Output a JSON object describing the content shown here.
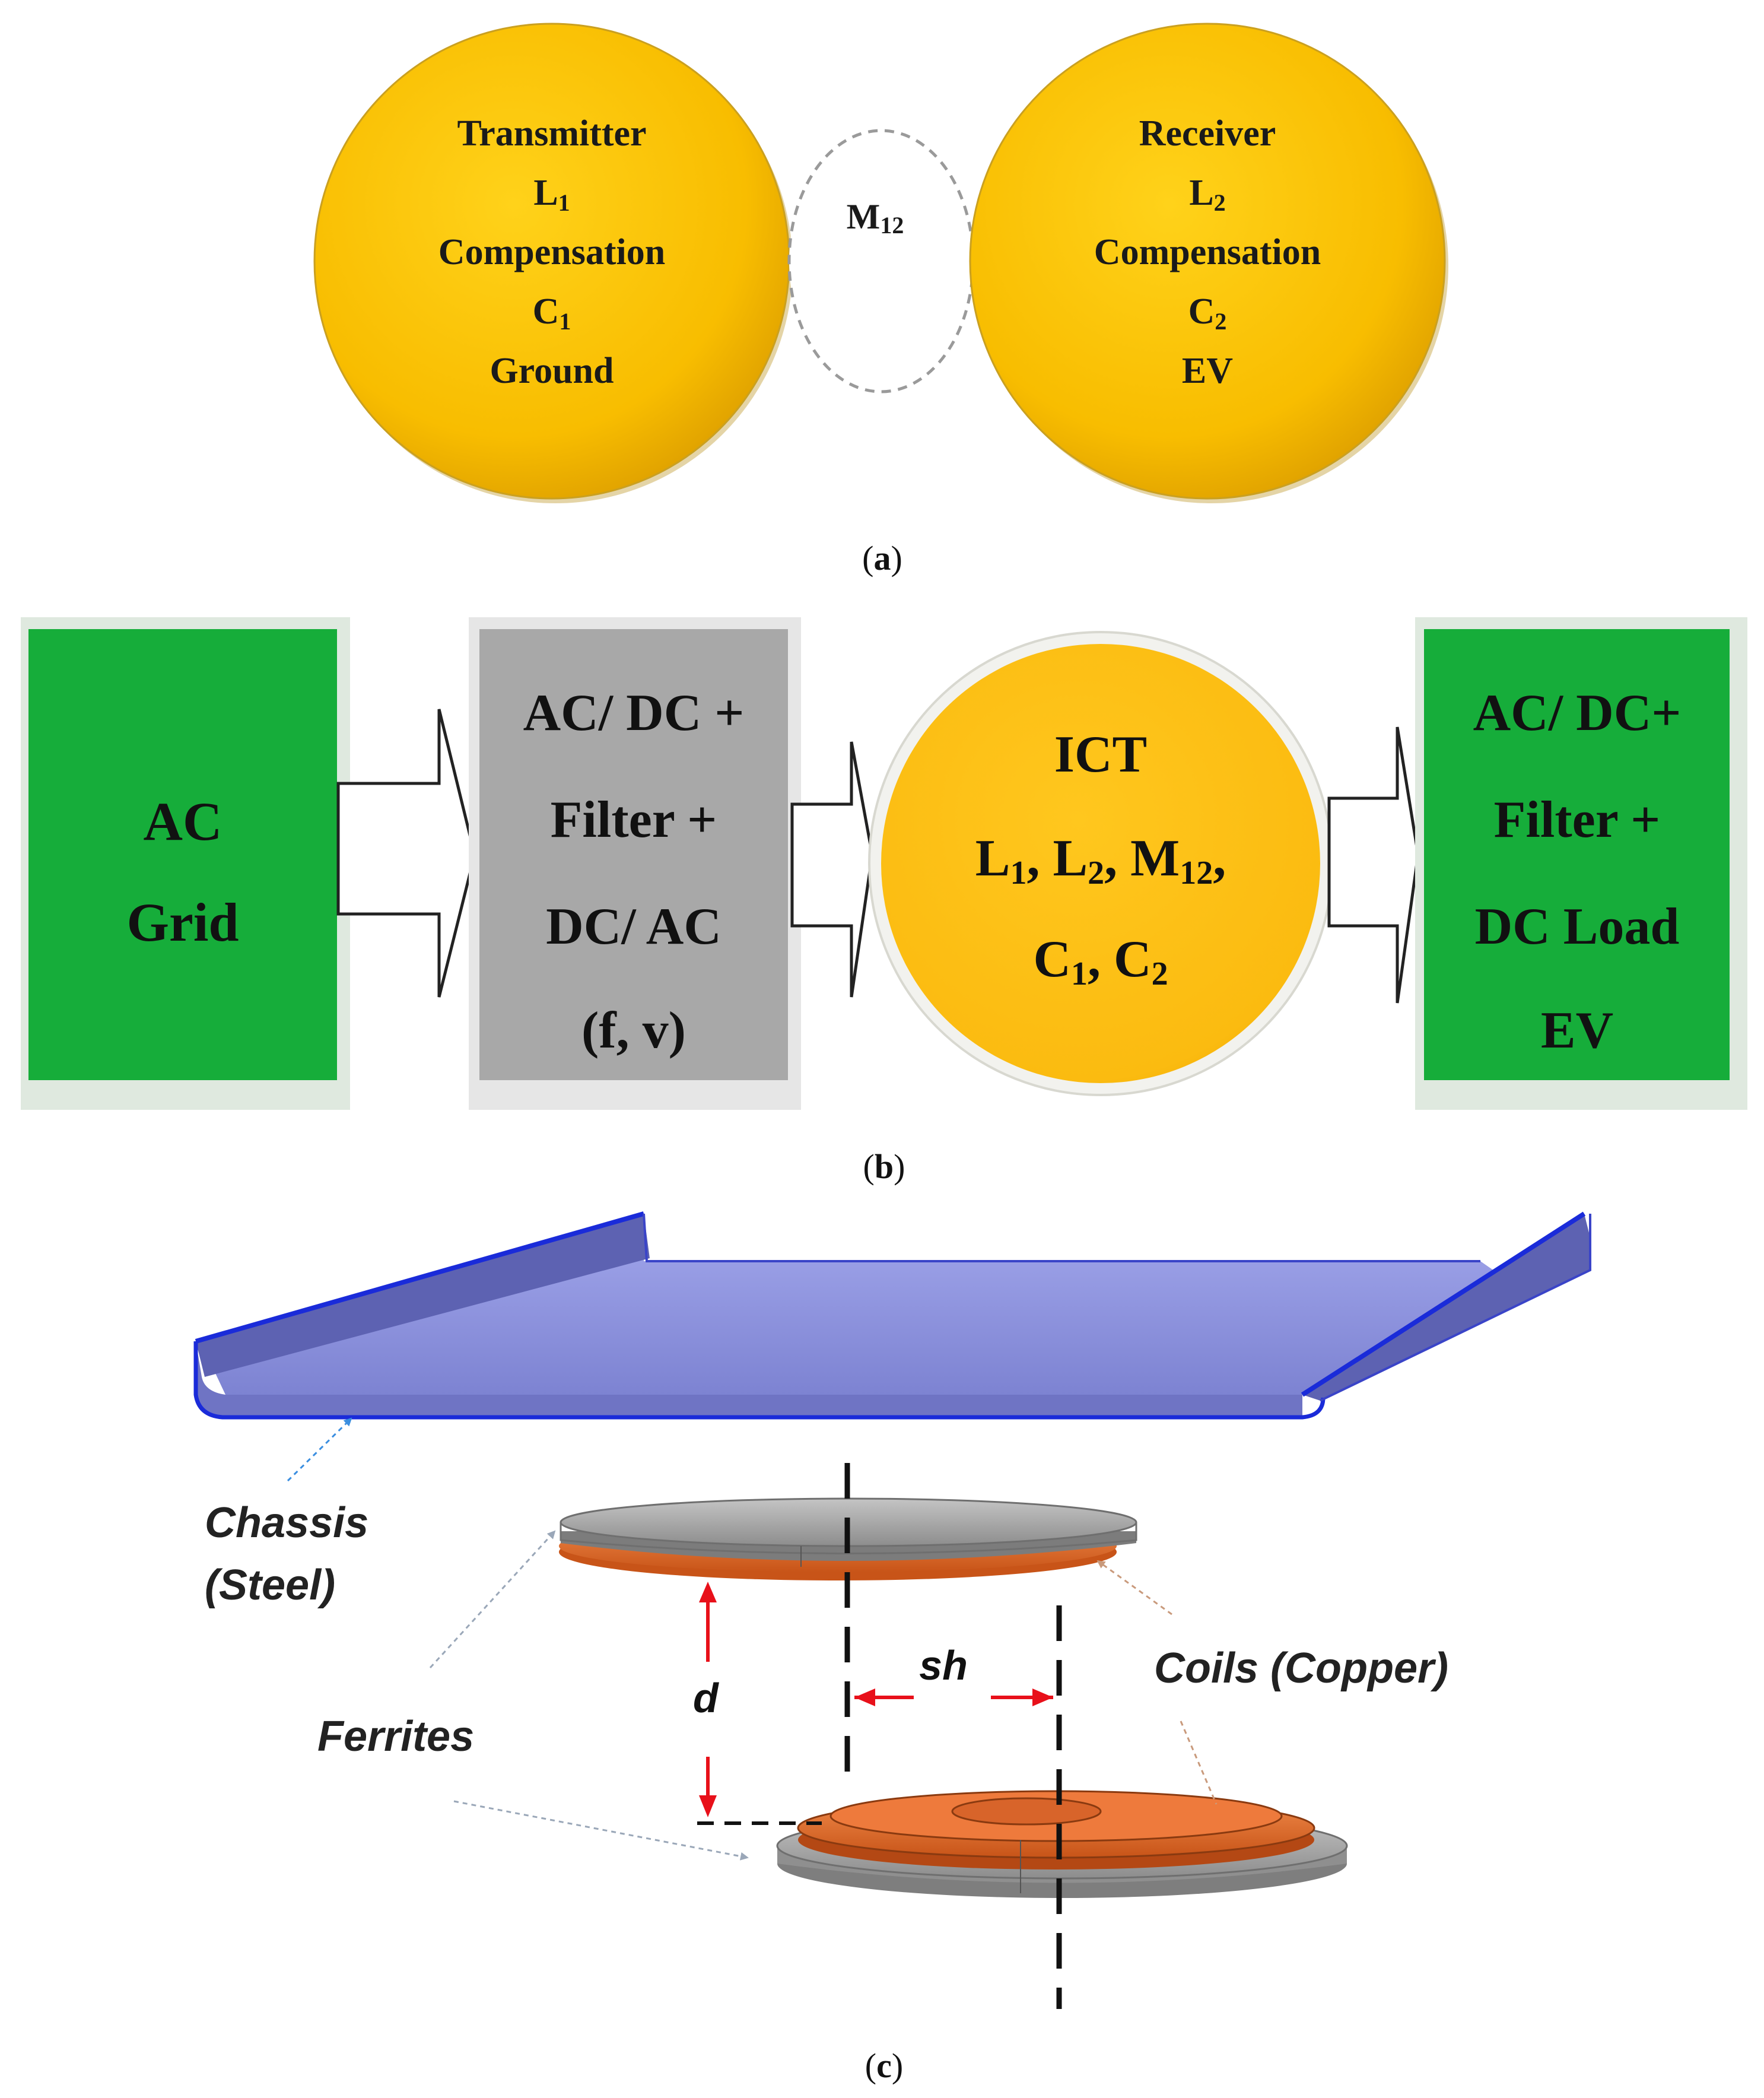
{
  "panel_a": {
    "transmitter": {
      "line1": "Transmitter",
      "line2": "L",
      "line2_sub": "1",
      "line3": "Compensation",
      "line4": "C",
      "line4_sub": "1",
      "line5": "Ground"
    },
    "coupling": {
      "label": "M",
      "label_sub": "12"
    },
    "receiver": {
      "line1": "Receiver",
      "line2": "L",
      "line2_sub": "2",
      "line3": "Compensation",
      "line4": "C",
      "line4_sub": "2",
      "line5": "EV"
    },
    "caption": "(a)",
    "caption_letter": "a"
  },
  "panel_b": {
    "grid_block": {
      "line1": "AC",
      "line2": "Grid"
    },
    "converter_block": {
      "line1": "AC/ DC +",
      "line2": "Filter +",
      "line3": "DC/ AC",
      "line4": "(f, v)"
    },
    "ict_block": {
      "line1": "ICT",
      "line2_parts": [
        "L",
        "1",
        ", L",
        "2",
        ", M",
        "12",
        ","
      ],
      "line3_parts": [
        "C",
        "1",
        ", C",
        "2"
      ]
    },
    "load_block": {
      "line1": "AC/ DC+",
      "line2": "Filter +",
      "line3": "DC Load",
      "line4": "EV"
    },
    "caption": "(b)",
    "caption_letter": "b"
  },
  "panel_c": {
    "chassis_label": {
      "line1": "Chassis",
      "line2": "(Steel)"
    },
    "ferrites_label": "Ferrites",
    "coils_label": "Coils (Copper)",
    "distance_label": "d",
    "shift_label": "sh",
    "caption": "(c)",
    "caption_letter": "c"
  },
  "colors": {
    "gold": "#f8bd00",
    "green": "#16ad3a",
    "gray_block": "#a8a8a8",
    "chassis": "#8a8fd8",
    "chassis_edge": "#1a2bd9",
    "copper": "#e06a30",
    "ferrite": "#a9a9a9",
    "arrow_red": "#e8101a"
  }
}
